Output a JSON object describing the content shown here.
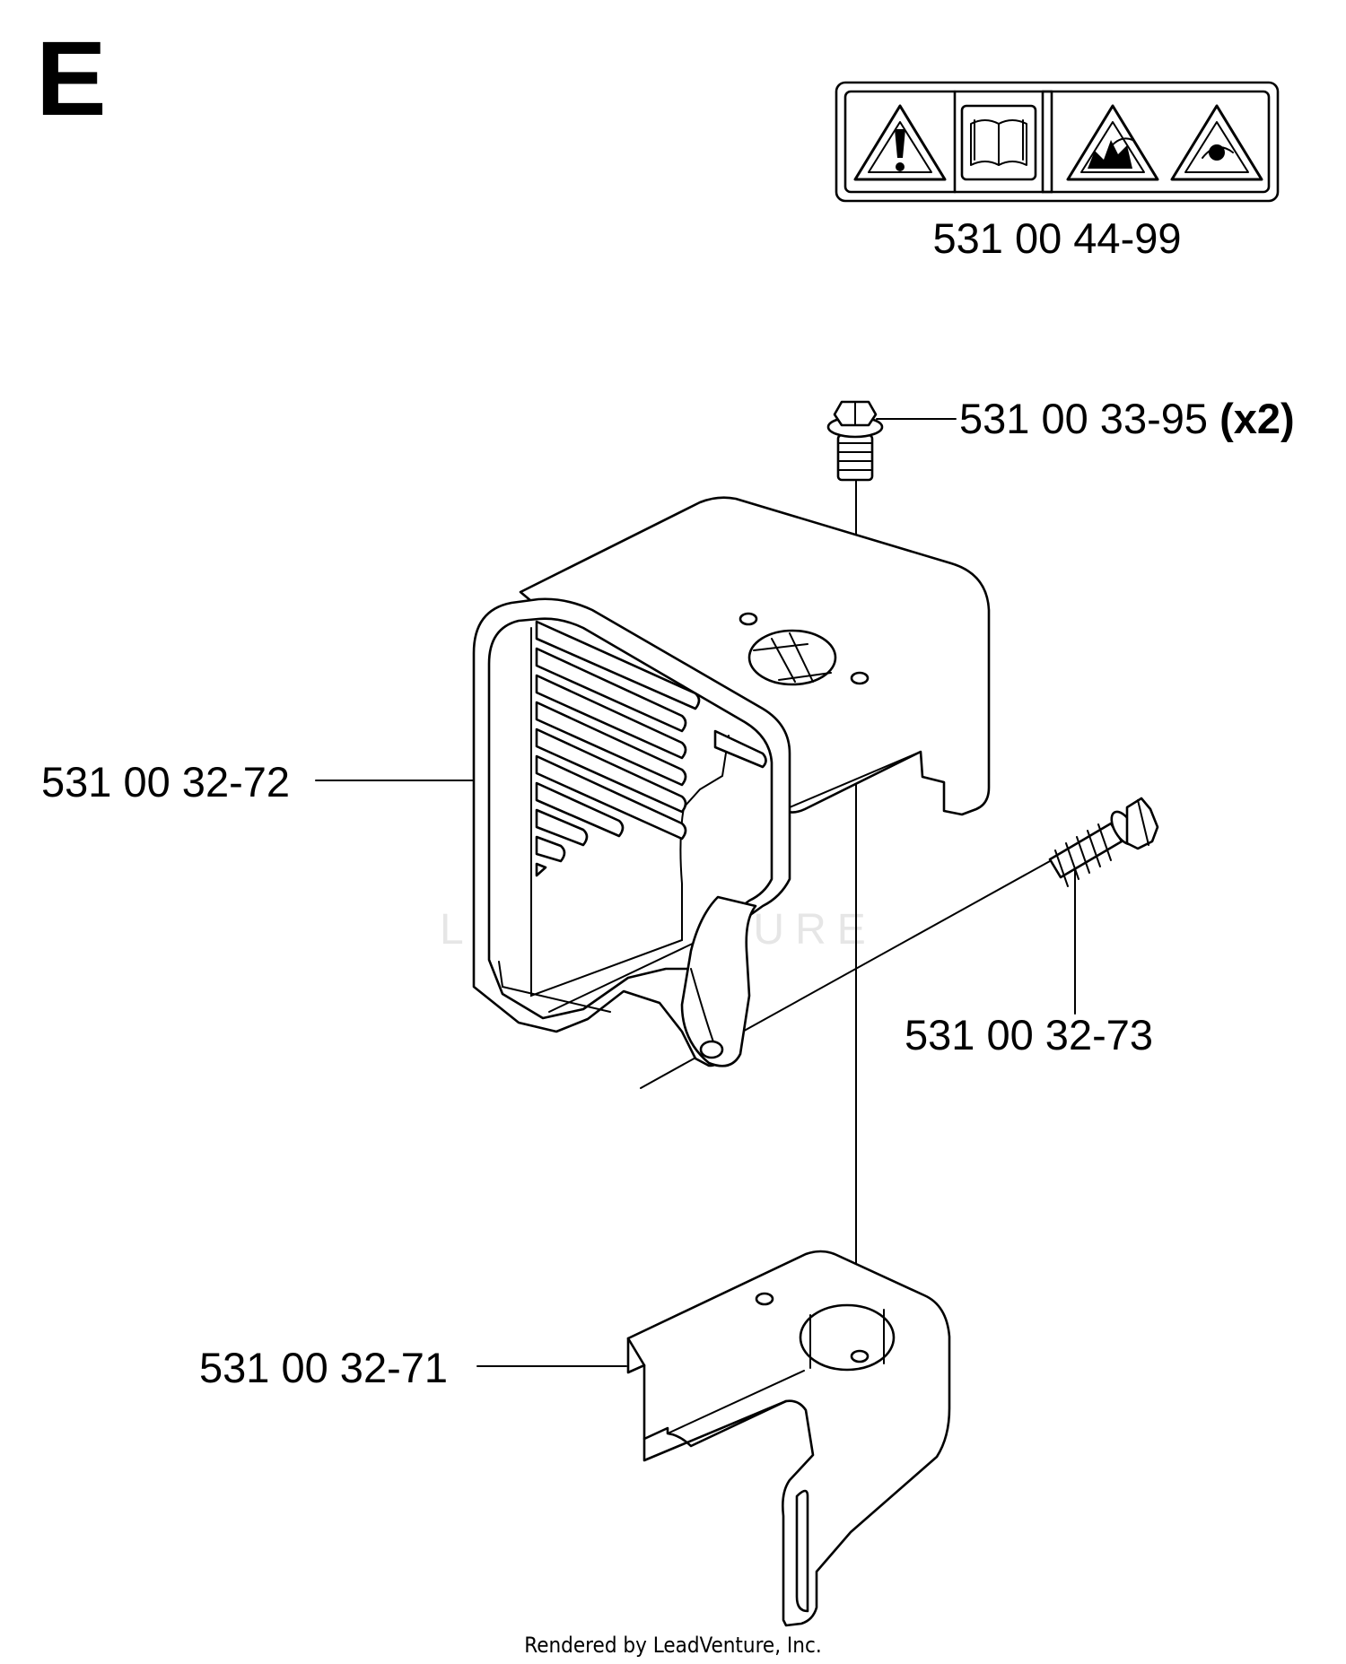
{
  "section_letter": "E",
  "warning_decal": {
    "part_number": "531 00 44-99",
    "icons": [
      "warning-triangle-icon",
      "manual-book-icon",
      "fire-hazard-icon",
      "hot-surface-icon"
    ]
  },
  "callouts": {
    "screw_top": {
      "part_number": "531 00 33-95",
      "qty": "(x2)"
    },
    "cover": {
      "part_number": "531 00 32-72"
    },
    "bolt": {
      "part_number": "531 00 32-73"
    },
    "bracket": {
      "part_number": "531 00 32-71"
    }
  },
  "watermark": "LEADVENTURE",
  "footer": "Rendered by LeadVenture, Inc."
}
